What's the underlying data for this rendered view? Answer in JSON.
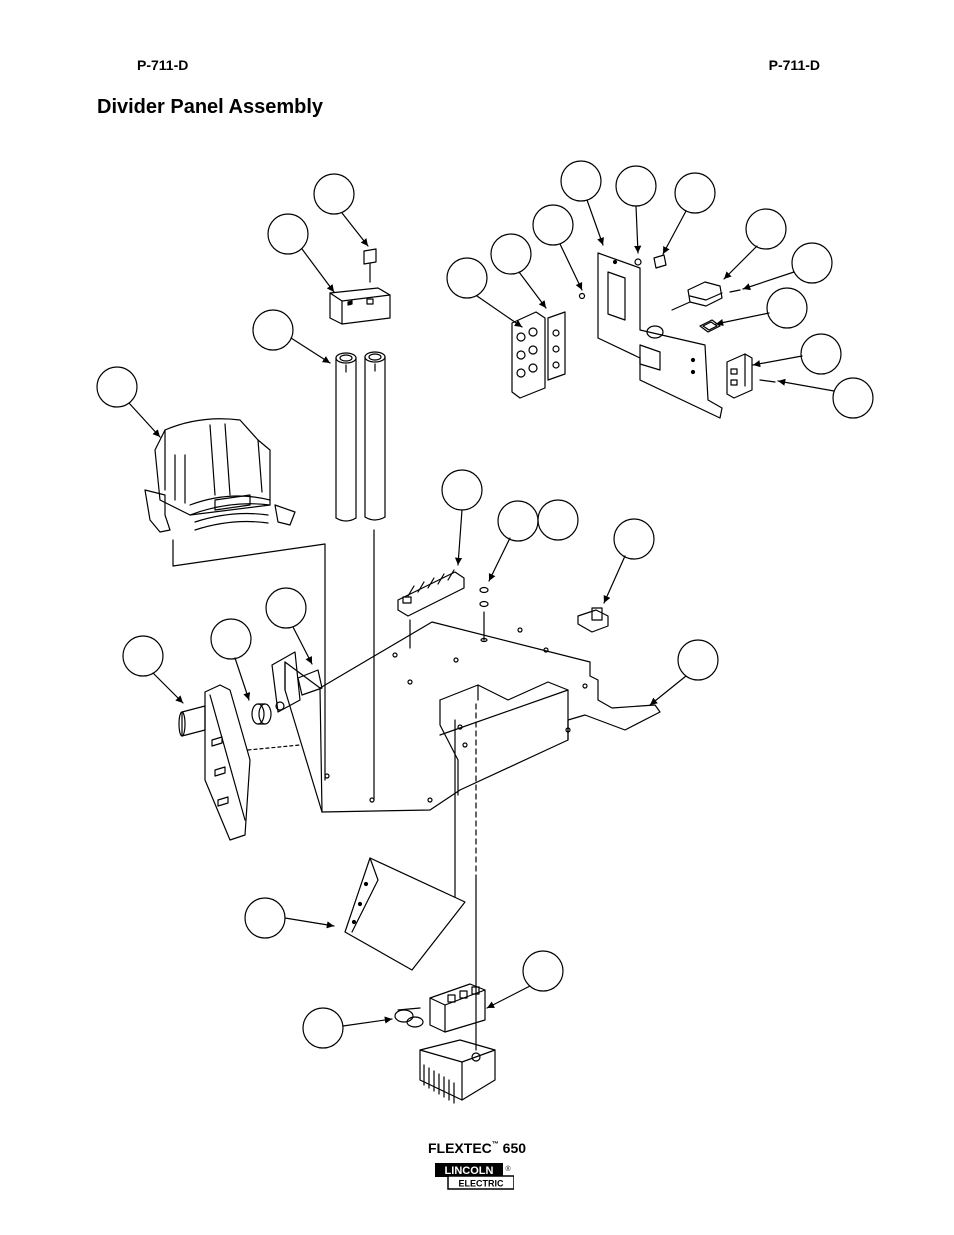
{
  "header": {
    "left_code": "P-711-D",
    "right_code": "P-711-D"
  },
  "title": "Divider Panel Assembly",
  "footer": {
    "model_name": "FLEXTEC",
    "model_tm": "™",
    "model_number": "650",
    "brand_top": "LINCOLN",
    "brand_bottom": "ELECTRIC",
    "brand_mark": "®"
  }
}
